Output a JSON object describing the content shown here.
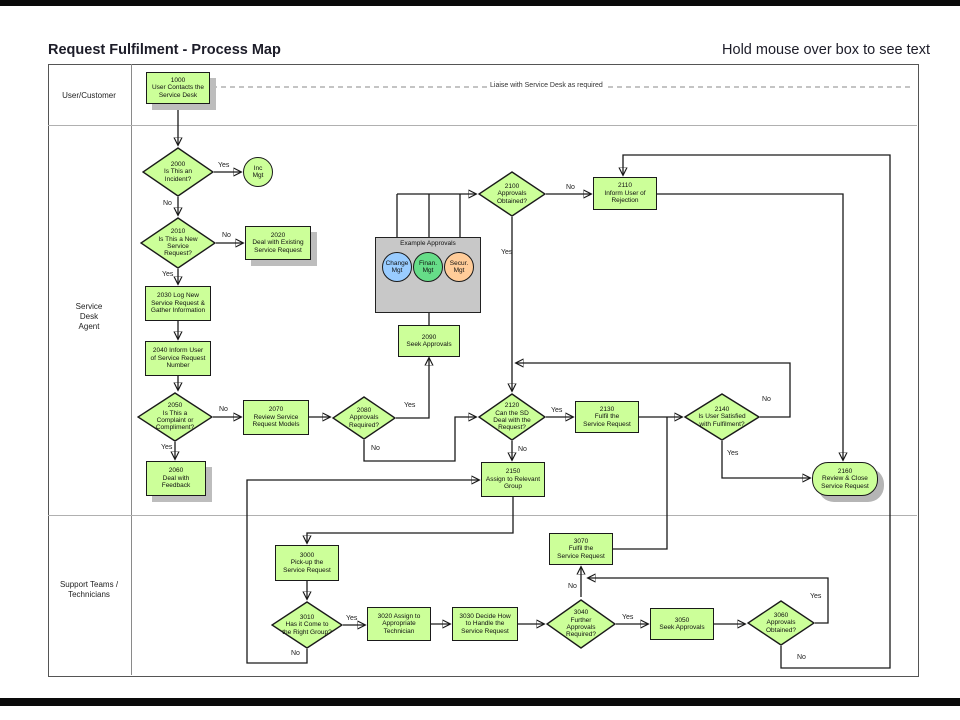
{
  "header": {
    "title": "Request Fulfilment - Process Map",
    "hint": "Hold mouse over box to see text"
  },
  "lanes": {
    "user": "User/Customer",
    "agent": "Service\nDesk\nAgent",
    "support": "Support Teams /\nTechnicians"
  },
  "annotations": {
    "liaise": "Liaise with Service Desk as required",
    "group_title": "Example Approvals"
  },
  "edge_labels": {
    "yes": "Yes",
    "no": "No"
  },
  "nodes": {
    "n1000": "1000\nUser Contacts the\nService Desk",
    "n2000": "2000\nIs This an\nIncident?",
    "inc": "Inc\nMgt",
    "n2010": "2010\nIs This a New\nService\nRequest?",
    "n2020": "2020\nDeal with Existing\nService Request",
    "n2030": "2030 Log New\nService Request &\nGather Information",
    "n2040": "2040 Inform User\nof Service Request\nNumber",
    "n2050": "2050\nIs This a\nComplaint or\nCompliment?",
    "n2060": "2060\nDeal with\nFeedback",
    "n2070": "2070\nReview Service\nRequest Models",
    "n2080": "2080\nApprovals\nRequired?",
    "n2090": "2090\nSeek Approvals",
    "change": "Change\nMgt",
    "finan": "Finan.\nMgt",
    "secur": "Secur.\nMgt",
    "n2100": "2100\nApprovals\nObtained?",
    "n2110": "2110\nInform User of\nRejection",
    "n2120": "2120\nCan the SD\nDeal with the\nRequest?",
    "n2130": "2130\nFulfil the\nService Request",
    "n2140": "2140\nIs User Satisfied\nwith Fulfilment?",
    "n2150": "2150\nAssign to Relevant\nGroup",
    "n2160": "2160\nReview & Close\nService Request",
    "n3000": "3000\nPick-up the\nService Request",
    "n3010": "3010\nHas it Come to\nthe Right Group?",
    "n3020": "3020 Assign to\nAppropriate\nTechnician",
    "n3030": "3030 Decide How\nto Handle the\nService Request",
    "n3040": "3040\nFurther\nApprovals\nRequired?",
    "n3050": "3050\nSeek Approvals",
    "n3060": "3060\nApprovals\nObtained?",
    "n3070": "3070\nFulfil the\nService Request"
  },
  "colors": {
    "node_fill": "#ccff99",
    "change_fill": "#99ccff",
    "finan_fill": "#66dd88",
    "secur_fill": "#ffcc99",
    "group_fill": "#c8c8c8",
    "line": "#1a1a1a"
  }
}
